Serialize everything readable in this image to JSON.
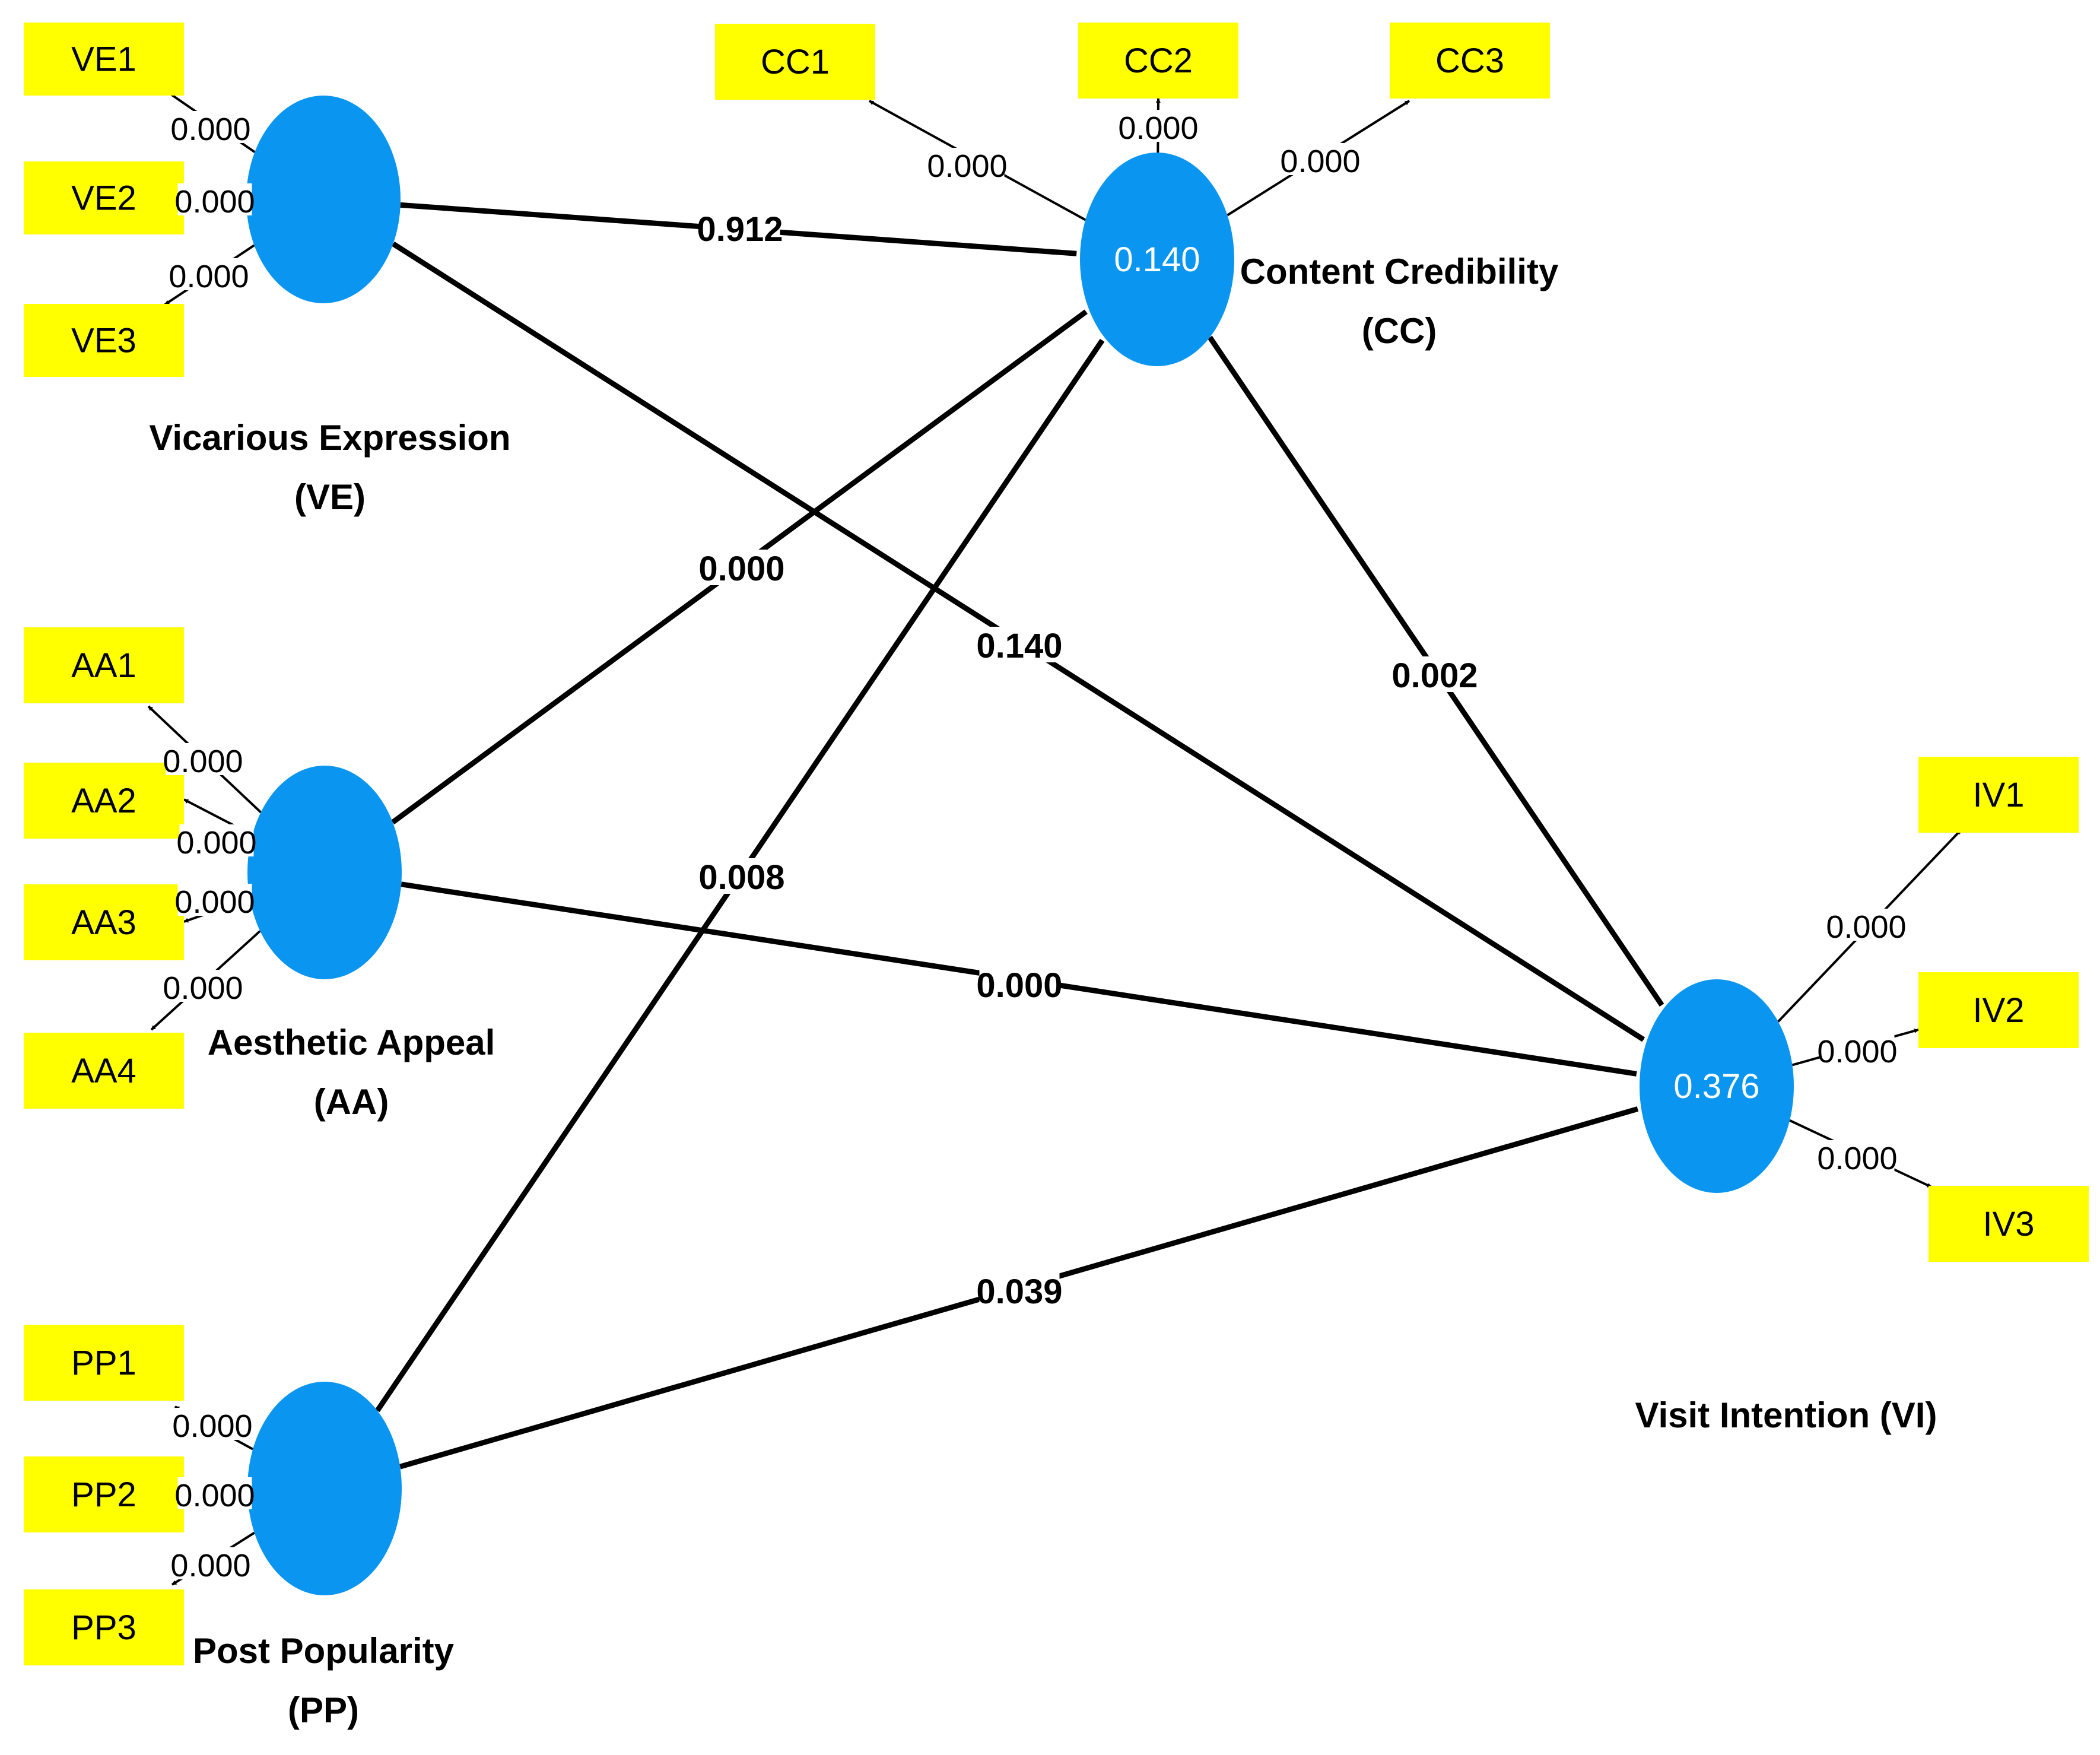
{
  "colors": {
    "construct_fill": "#0a96f0",
    "indicator_fill": "#ffff00",
    "line": "#000000",
    "r2_text": "#ffffff"
  },
  "constructs": [
    {
      "id": "VE",
      "name_lines": [
        "Vicarious Expression",
        "(VE)"
      ],
      "r2": ""
    },
    {
      "id": "AA",
      "name_lines": [
        "Aesthetic Appeal",
        "(AA)"
      ],
      "r2": ""
    },
    {
      "id": "PP",
      "name_lines": [
        "Post Popularity",
        "(PP)"
      ],
      "r2": ""
    },
    {
      "id": "CC",
      "name_lines": [
        "Content Credibility",
        "(CC)"
      ],
      "r2": "0.140"
    },
    {
      "id": "VI",
      "name_lines": [
        "Visit Intention (VI)"
      ],
      "r2": "0.376"
    }
  ],
  "indicators": [
    {
      "id": "VE1",
      "construct": "VE",
      "value": "0.000"
    },
    {
      "id": "VE2",
      "construct": "VE",
      "value": "0.000"
    },
    {
      "id": "VE3",
      "construct": "VE",
      "value": "0.000"
    },
    {
      "id": "AA1",
      "construct": "AA",
      "value": "0.000"
    },
    {
      "id": "AA2",
      "construct": "AA",
      "value": "0.000"
    },
    {
      "id": "AA3",
      "construct": "AA",
      "value": "0.000"
    },
    {
      "id": "AA4",
      "construct": "AA",
      "value": "0.000"
    },
    {
      "id": "PP1",
      "construct": "PP",
      "value": "0.000"
    },
    {
      "id": "PP2",
      "construct": "PP",
      "value": "0.000"
    },
    {
      "id": "PP3",
      "construct": "PP",
      "value": "0.000"
    },
    {
      "id": "CC1",
      "construct": "CC",
      "value": "0.000"
    },
    {
      "id": "CC2",
      "construct": "CC",
      "value": "0.000"
    },
    {
      "id": "CC3",
      "construct": "CC",
      "value": "0.000"
    },
    {
      "id": "IV1",
      "construct": "VI",
      "value": "0.000"
    },
    {
      "id": "IV2",
      "construct": "VI",
      "value": "0.000"
    },
    {
      "id": "IV3",
      "construct": "VI",
      "value": "0.000"
    }
  ],
  "paths": [
    {
      "from": "VE",
      "to": "CC",
      "value": "0.912"
    },
    {
      "from": "VE",
      "to": "VI",
      "value": "0.140"
    },
    {
      "from": "AA",
      "to": "CC",
      "value": "0.000"
    },
    {
      "from": "AA",
      "to": "VI",
      "value": "0.000"
    },
    {
      "from": "PP",
      "to": "CC",
      "value": "0.008"
    },
    {
      "from": "PP",
      "to": "VI",
      "value": "0.039"
    },
    {
      "from": "CC",
      "to": "VI",
      "value": "0.002"
    }
  ]
}
